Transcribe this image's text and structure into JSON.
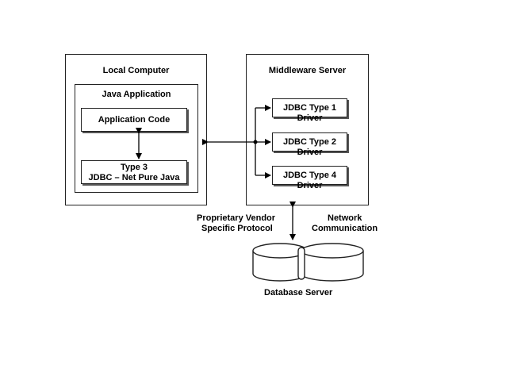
{
  "local_computer": {
    "title": "Local Computer",
    "java_application": {
      "title": "Java Application",
      "application_code": "Application Code",
      "driver_line1": "Type 3",
      "driver_line2": "JDBC – Net Pure Java"
    }
  },
  "middleware_server": {
    "title": "Middleware Server",
    "drivers": [
      "JDBC Type 1 Driver",
      "JDBC Type 2 Driver",
      "JDBC Type 4 Driver"
    ]
  },
  "labels": {
    "protocol_line1": "Proprietary Vendor",
    "protocol_line2": "Specific  Protocol",
    "network_line1": "Network",
    "network_line2": "Communication"
  },
  "database": {
    "title": "Database Server"
  }
}
